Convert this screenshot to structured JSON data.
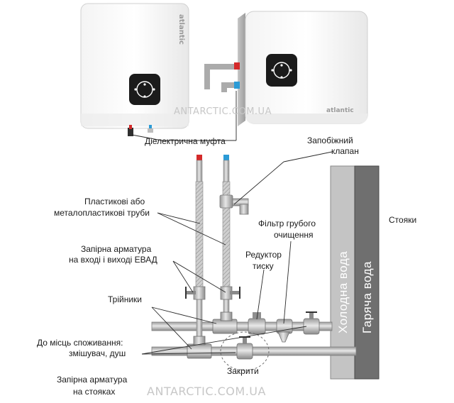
{
  "heaters": {
    "brand": "atlantic"
  },
  "watermarks": {
    "top": "ANTARCTIC.COM.UA",
    "bottom": "ANTARCTIC.COM.UA"
  },
  "labels": {
    "dielectric_coupling": "Діелектрична муфта",
    "safety_valve_line1": "Запобіжний",
    "safety_valve_line2": "клапан",
    "risers": "Стояки",
    "pipes_line1": "Пластикові або",
    "pipes_line2": "металопластикові труби",
    "filter_line1": "Фільтр грубого",
    "filter_line2": "очищення",
    "shutoff_line1": "Запірна арматура",
    "shutoff_line2": "на вході і виході ЕВАД",
    "reducer_line1": "Редуктор",
    "reducer_line2": "тиску",
    "tees": "Трійники",
    "consumers_line1": "До місць споживання:",
    "consumers_line2": "змішувач, душ",
    "closed": "Закрити",
    "riser_shutoff_line1": "Запірна арматура",
    "riser_shutoff_line2": "на стояках"
  },
  "risers": {
    "cold": "Холодна вода",
    "hot": "Гаряча вода"
  },
  "colors": {
    "hot": "#d42a2a",
    "cold": "#2b9bd6",
    "pipe_light": "#c4c4c4",
    "pipe_dark": "#6f6f6f"
  }
}
